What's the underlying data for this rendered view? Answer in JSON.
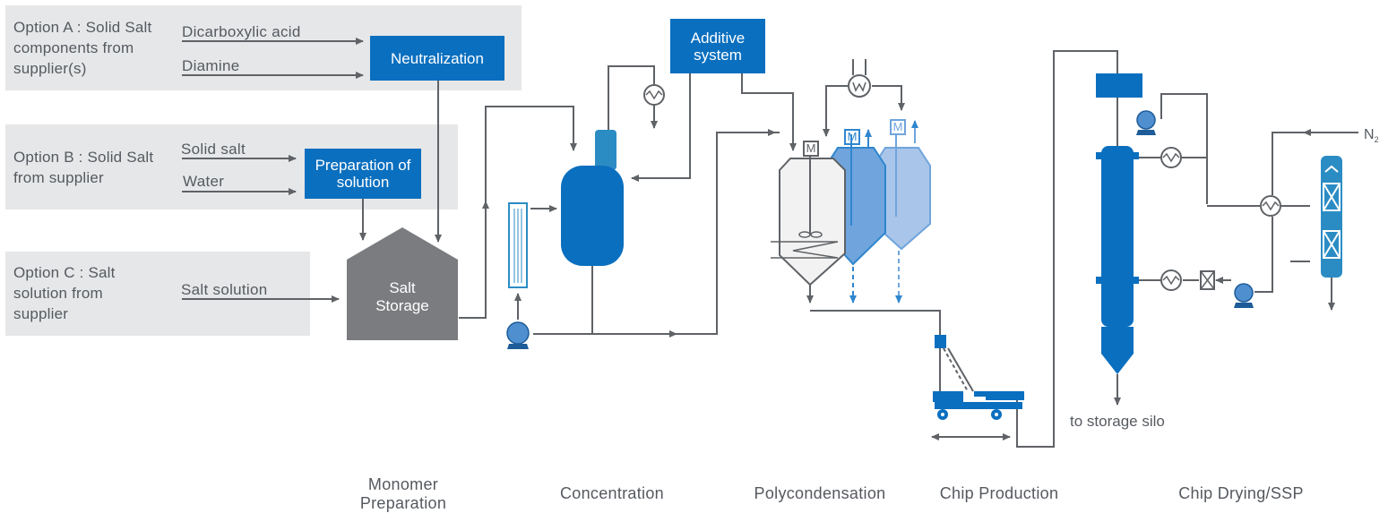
{
  "options": {
    "a": "Option A : Solid Salt components from supplier(s)",
    "b": "Option B : Solid Salt from supplier",
    "c": "Option C : Salt solution from supplier"
  },
  "inputs": {
    "dicarboxylic_acid": "Dicarboxylic acid",
    "diamine": "Diamine",
    "solid_salt": "Solid salt",
    "water": "Water",
    "salt_solution": "Salt solution"
  },
  "units": {
    "neutralization": "Neutralization",
    "preparation_of_solution": "Preparation of solution",
    "salt_storage": "Salt Storage",
    "additive_system": "Additive system"
  },
  "labels": {
    "motor": "M",
    "nitrogen": "N",
    "nitrogen_subscript": "2",
    "to_storage_silo": "to storage silo"
  },
  "stages": [
    "Monomer Preparation",
    "Concentration",
    "Polycondensation",
    "Chip Production",
    "Chip Drying/SSP"
  ],
  "colors": {
    "option_bg": "#e6e7e8",
    "blue": "#0a6fbf",
    "light_blue": "#6fa4dc",
    "pale_blue": "#a9c6ea",
    "gray": "#7a7c7f",
    "line": "#5f6266",
    "teal": "#2b8cc4"
  }
}
